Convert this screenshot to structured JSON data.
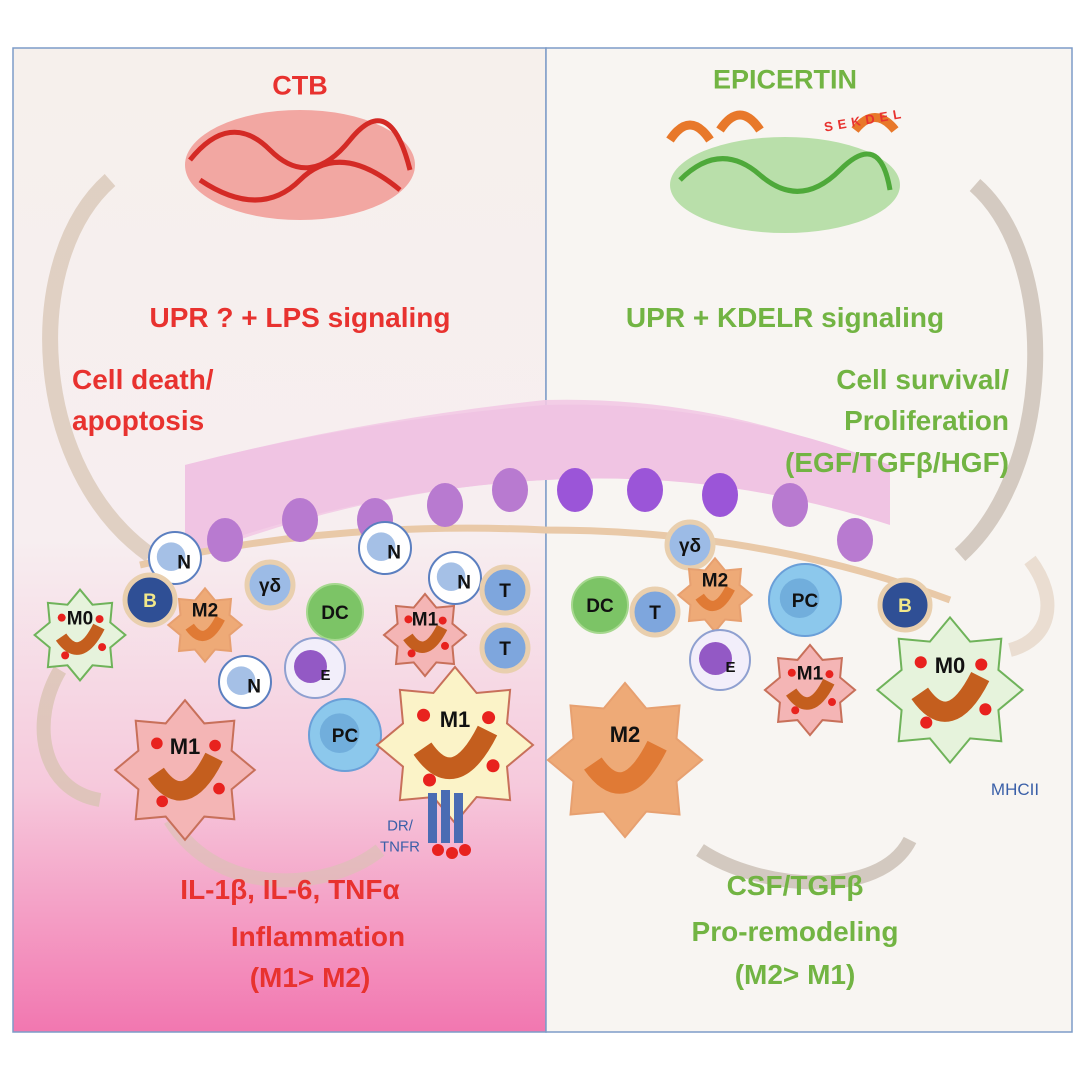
{
  "left_panel": {
    "title": "CTB",
    "signaling": "UPR ? + LPS signaling",
    "effect_line1": "Cell death/",
    "effect_line2": "apoptosis",
    "cytokines": "IL-1β, IL-6, TNFα",
    "outcome": "Inflammation",
    "ratio": "(M1> M2)",
    "receptor_label_line1": "DR/",
    "receptor_label_line2": "TNFR",
    "cells": [
      "N",
      "B",
      "γδ",
      "M2",
      "DC",
      "N",
      "N",
      "T",
      "M1",
      "T",
      "M0",
      "N",
      "E",
      "PC",
      "M1",
      "M1"
    ]
  },
  "right_panel": {
    "title": "EPICERTIN",
    "motif": "SEKDEL",
    "signaling": "UPR + KDELR signaling",
    "effect_line1": "Cell survival/",
    "effect_line2": "Proliferation",
    "effect_line3": "(EGF/TGFβ/HGF)",
    "cytokines": "CSF/TGFβ",
    "outcome": "Pro-remodeling",
    "ratio": "(M2> M1)",
    "receptor_label": "MHCII",
    "cells": [
      "DC",
      "T",
      "γδ",
      "M2",
      "PC",
      "B",
      "E",
      "M1",
      "M0",
      "M2"
    ]
  },
  "colors": {
    "ctb": "#e8322f",
    "epicertin": "#72b443",
    "border": "#7d9cc8",
    "inflamed": "#f27bb0"
  }
}
